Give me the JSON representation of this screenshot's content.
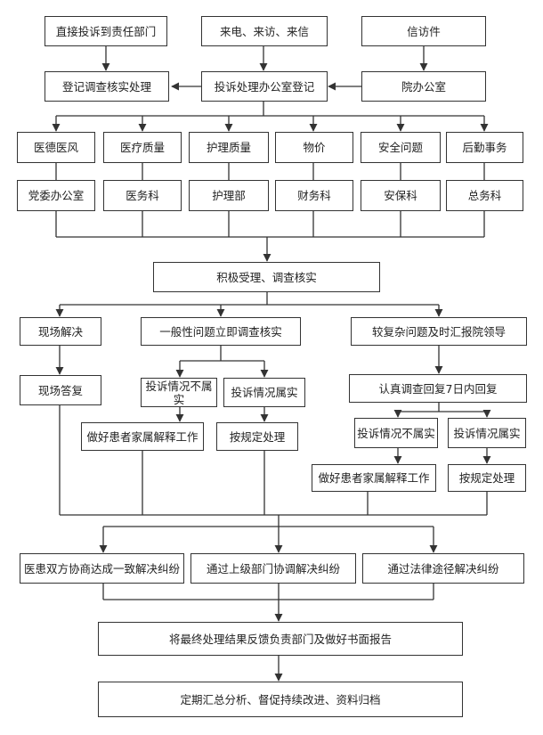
{
  "nodes": {
    "direct_complaint": "直接投诉到责任部门",
    "phone_visit_letter": "来电、来访、来信",
    "petition_letter": "信访件",
    "register_investigate": "登记调查核实处理",
    "complaint_office": "投诉处理办公室登记",
    "hospital_office": "院办公室",
    "cat_ethics": "医德医风",
    "cat_quality": "医疗质量",
    "cat_nursing": "护理质量",
    "cat_price": "物价",
    "cat_safety": "安全问题",
    "cat_logistics": "后勤事务",
    "dept_party": "党委办公室",
    "dept_medical": "医务科",
    "dept_nursing": "护理部",
    "dept_finance": "财务科",
    "dept_security": "安保科",
    "dept_general": "总务科",
    "accept_verify": "积极受理、调查核实",
    "onsite_resolve": "现场解决",
    "general_issue": "一般性问题立即调查核实",
    "complex_issue": "较复杂问题及时汇报院领导",
    "onsite_reply": "现场答复",
    "g_not_true": "投诉情况不属实",
    "g_true": "投诉情况属实",
    "serious_investigation": "认真调查回复7日内回复",
    "g_explain": "做好患者家属解释工作",
    "g_rules": "按规定处理",
    "c_not_true": "投诉情况不属实",
    "c_true": "投诉情况属实",
    "c_explain": "做好患者家属解释工作",
    "c_rules": "按规定处理",
    "negotiate": "医患双方协商达成一致解决纠纷",
    "superior": "通过上级部门协调解决纠纷",
    "legal": "通过法律途径解决纠纷",
    "feedback_report": "将最终处理结果反馈负责部门及做好书面报告",
    "summary_archive": "定期汇总分析、督促持续改进、资料归档"
  }
}
